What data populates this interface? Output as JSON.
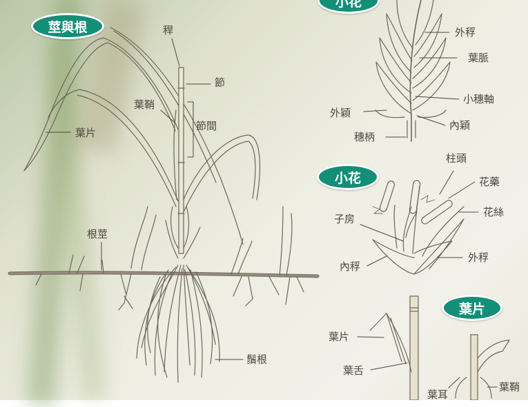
{
  "sections": {
    "stem_root": "莖與根",
    "spikelet": "小花",
    "floret": "小花",
    "leaf": "葉片"
  },
  "labels": {
    "culm": "稈",
    "node": "節",
    "sheath": "葉鞘",
    "internode": "節間",
    "blade": "葉片",
    "rhizome": "根莖",
    "fibrous_root": "鬚根",
    "lemma_top": "外稃",
    "vein": "葉脈",
    "rachilla": "小穗軸",
    "outer_glume": "外穎",
    "inner_glume": "內穎",
    "pedicel": "穗柄",
    "stigma": "柱頭",
    "anther": "花藥",
    "filament": "花絲",
    "ovary": "子房",
    "palea": "內稃",
    "lemma": "外稃",
    "leaf_blade": "葉片",
    "ligule": "葉舌",
    "auricle": "葉耳",
    "leaf_sheath": "葉鞘"
  },
  "colors": {
    "badge": "#138f78",
    "badge_text": "#ffffff",
    "ink": "#4b4741",
    "background": "#eeeee3"
  }
}
